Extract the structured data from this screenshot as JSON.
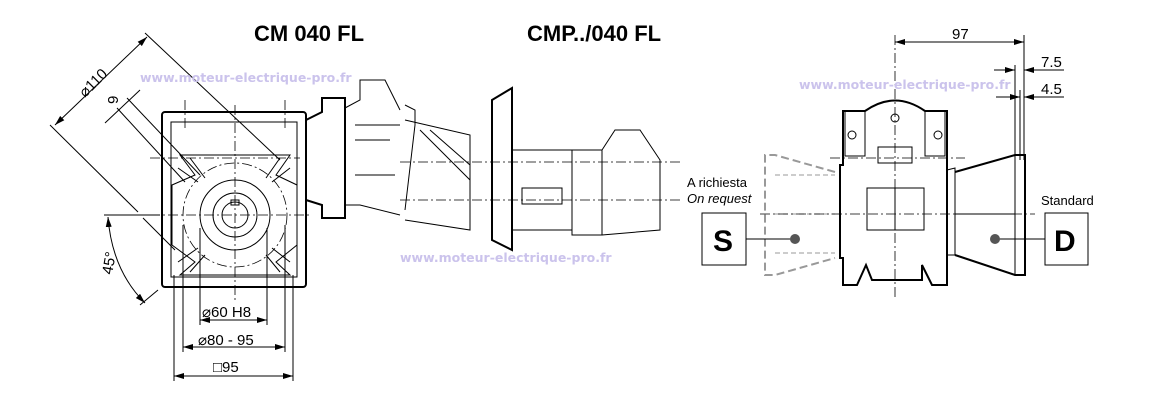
{
  "titles": {
    "left": "CM 040 FL",
    "middle": "CMP../040 FL"
  },
  "watermark": "www.moteur-electrique-pro.fr",
  "left_view": {
    "dim_diameter_110": "⌀110",
    "dim_9": "9",
    "dim_angle": "45°",
    "dim_bore": "⌀60 H8",
    "dim_pcd": "⌀80 - 95",
    "dim_square": "□95"
  },
  "right_view": {
    "dim_97": "97",
    "dim_7_5": "7.5",
    "dim_4_5": "4.5",
    "on_request_it": "A richiesta",
    "on_request_en": "On request",
    "standard": "Standard",
    "side_s": "S",
    "side_d": "D"
  },
  "colors": {
    "watermark": "#cbc3ec",
    "line": "#000000",
    "optional": "#999999"
  }
}
